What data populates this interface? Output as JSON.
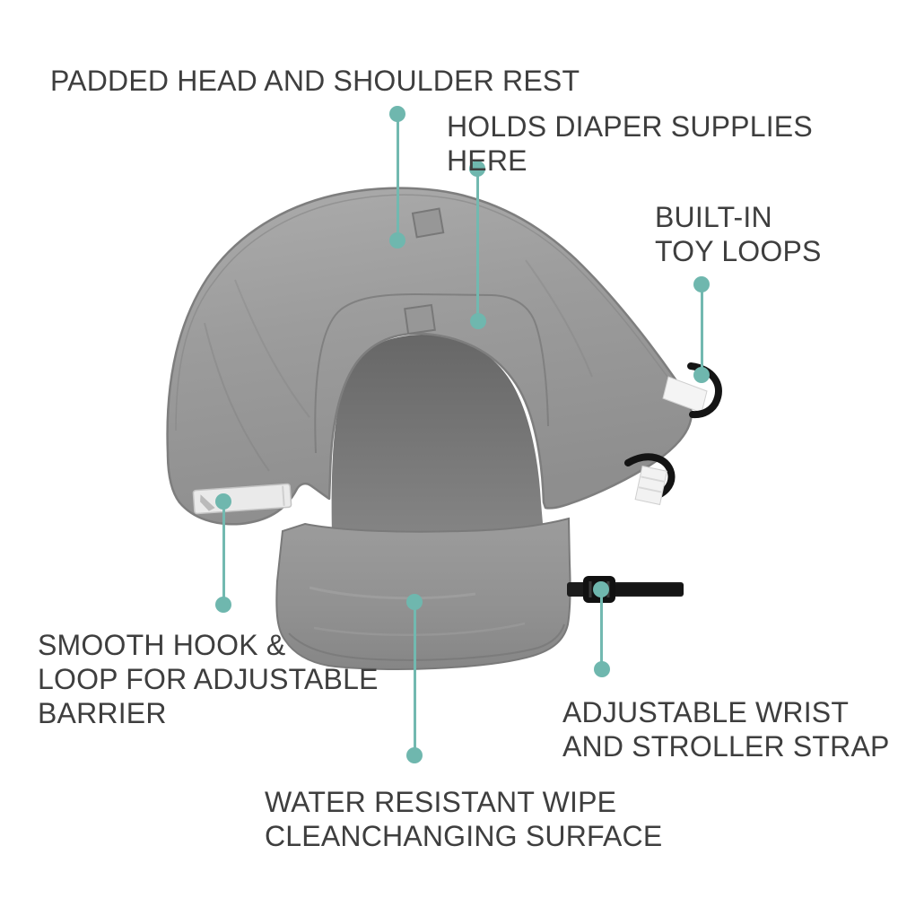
{
  "image": {
    "kind": "product-feature-infographic",
    "subject": "portable baby diaper changing pad",
    "background": "#FFFFFF"
  },
  "colors": {
    "accent_teal_dot": "#6FB7AE",
    "accent_teal_line": "#72B9B0",
    "label_text": "#3E3E3E",
    "product_gray": "#9A9A9A",
    "product_shadow": "#6E6E6E",
    "pad_gray": "#8F8F8F",
    "strap_black": "#161616",
    "velcro_white": "#EAEAEA"
  },
  "icons": {
    "callout_dot": "filled-circle",
    "callout_line": "vertical-rule"
  },
  "callouts": [
    {
      "id": "padded-head-rest",
      "label": "PADDED HEAD AND SHOULDER REST"
    },
    {
      "id": "diaper-supplies",
      "label": "HOLDS DIAPER SUPPLIES HERE"
    },
    {
      "id": "toy-loops",
      "label": "BUILT-IN\nTOY LOOPS"
    },
    {
      "id": "hook-loop-barrier",
      "label": "SMOOTH HOOK &\nLOOP FOR ADJUSTABLE\nBARRIER"
    },
    {
      "id": "wrist-stroller-strap",
      "label": "ADJUSTABLE WRIST\nAND STROLLER STRAP"
    },
    {
      "id": "wipe-clean-surface",
      "label": "WATER RESISTANT WIPE\nCLEANCHANGING SURFACE"
    }
  ]
}
